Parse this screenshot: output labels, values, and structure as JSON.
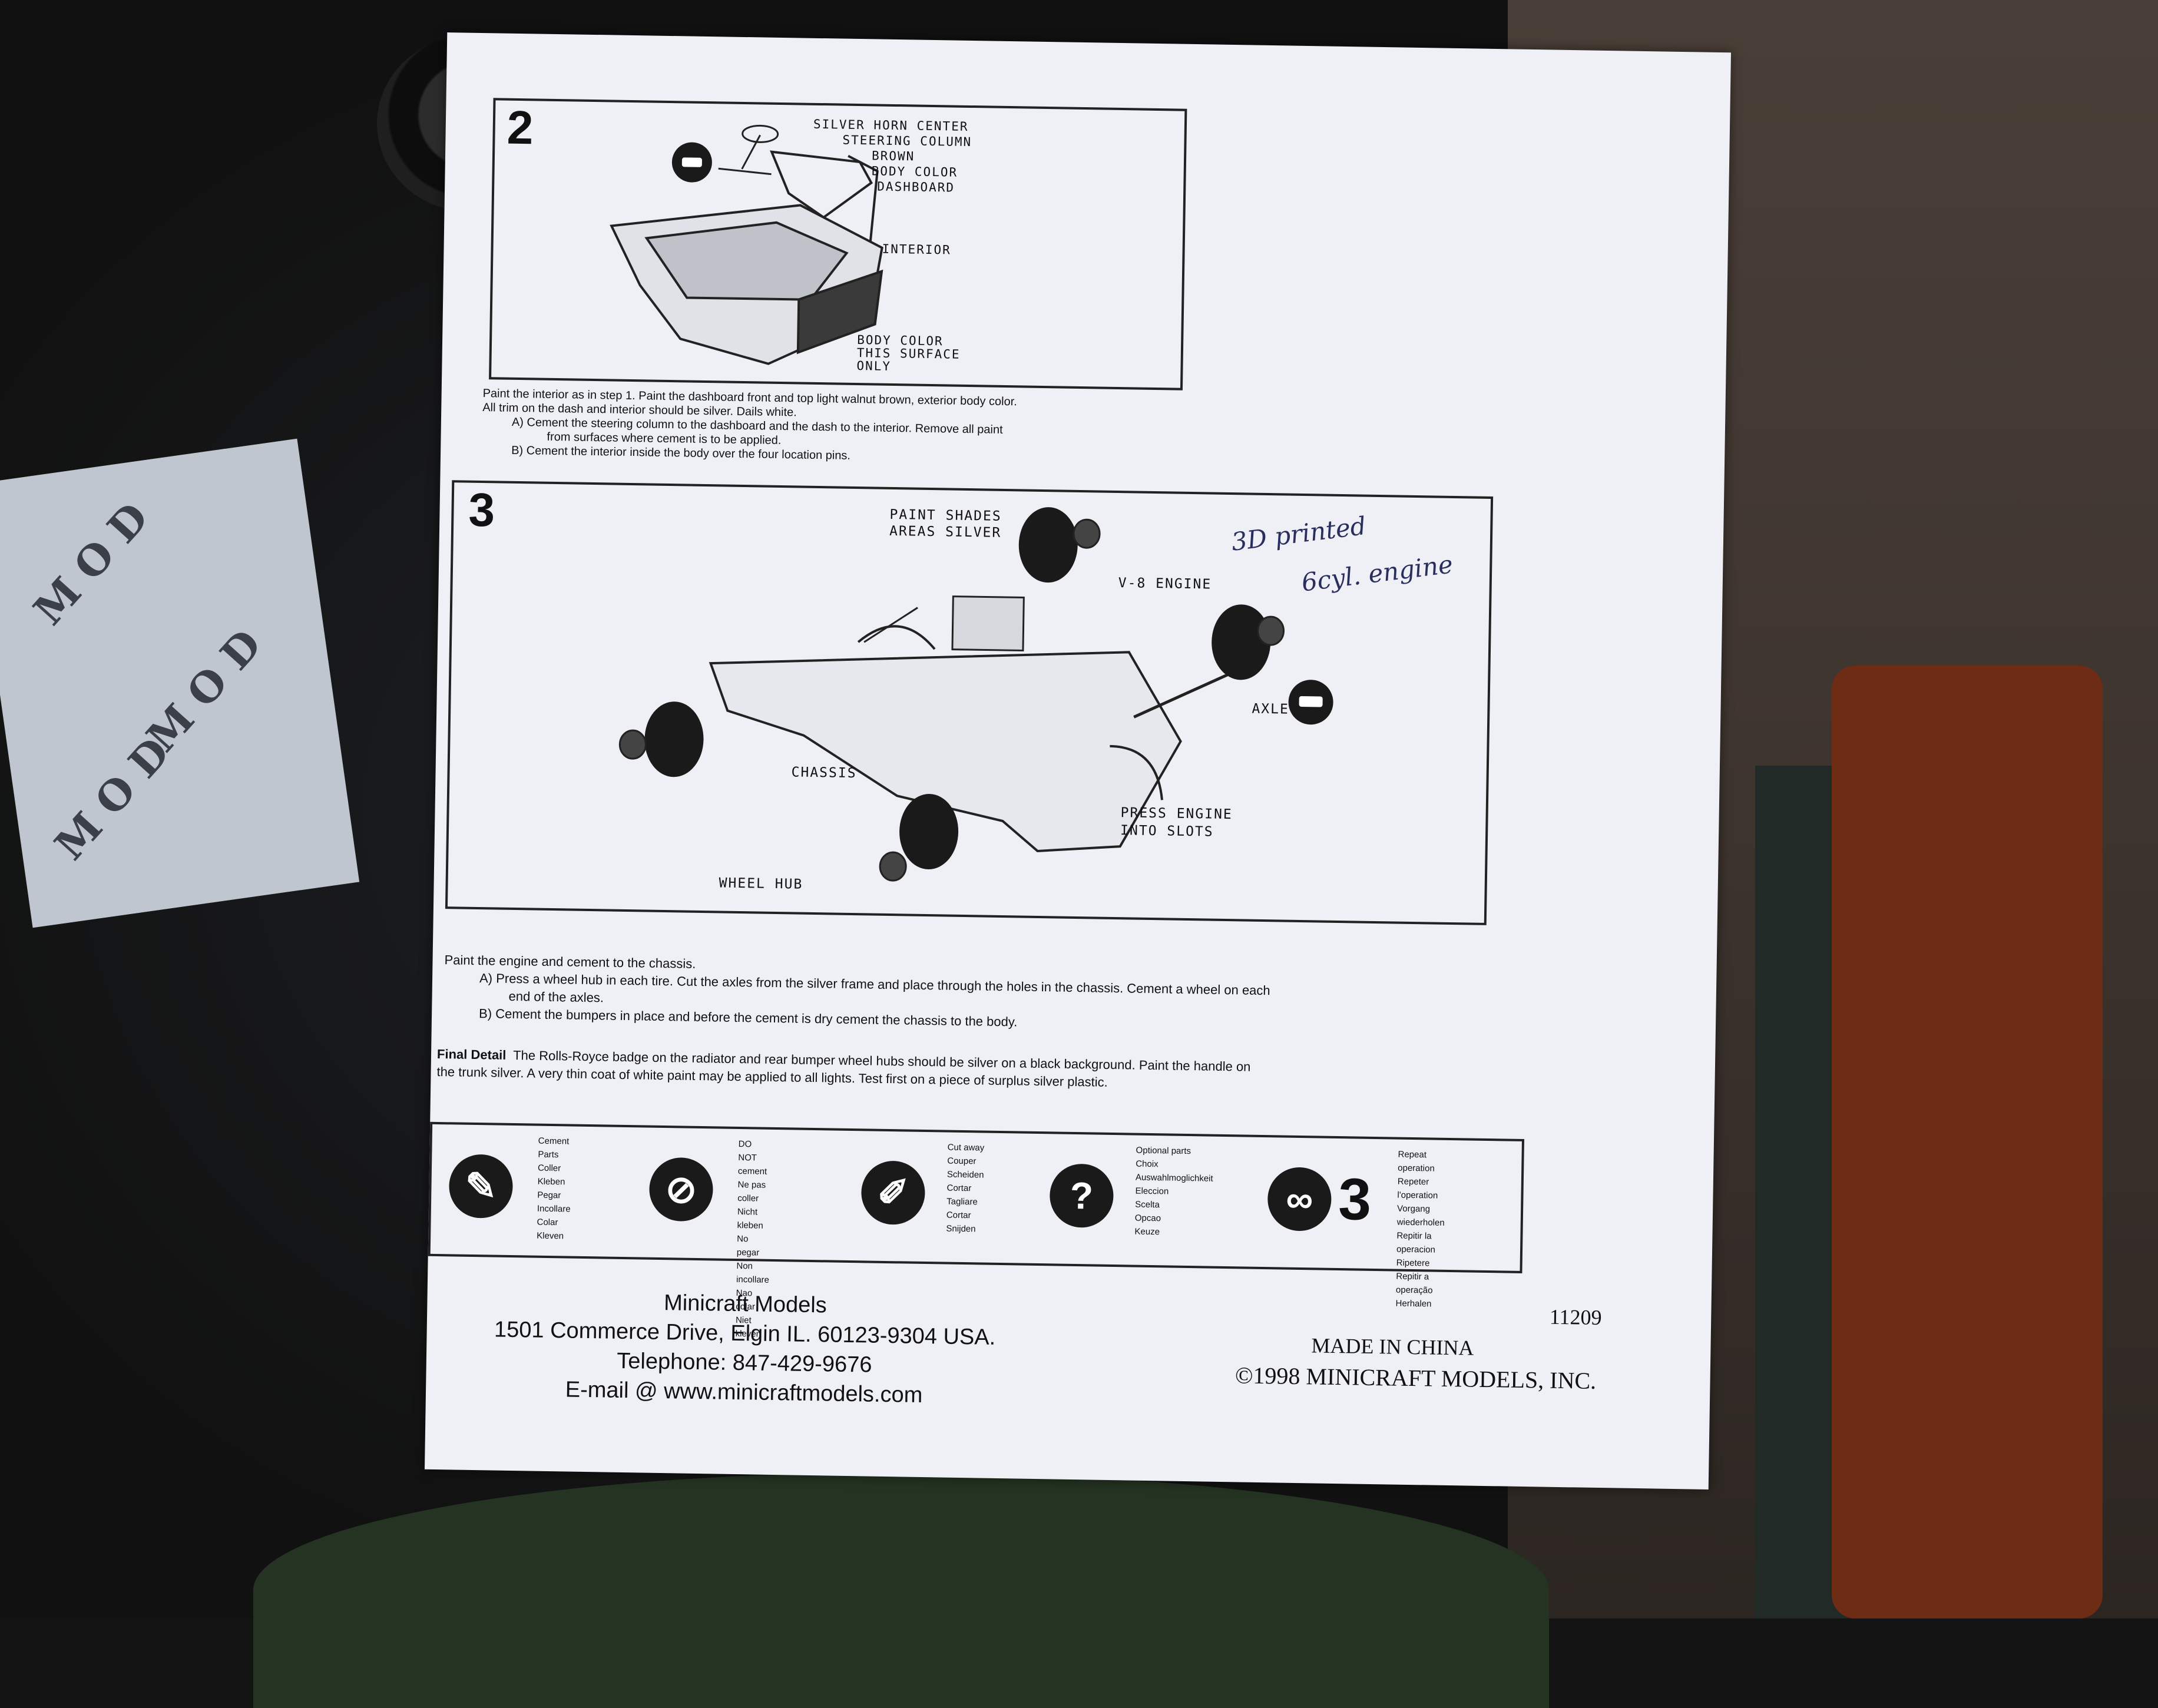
{
  "step2": {
    "number": "2",
    "callouts": [
      "SILVER HORN CENTER",
      "STEERING COLUMN",
      "BROWN",
      "BODY COLOR",
      "DASHBOARD",
      "INTERIOR",
      "BODY COLOR",
      "THIS SURFACE",
      "ONLY"
    ],
    "text": [
      "Paint the interior as in step 1. Paint the dashboard front and top light walnut brown, exterior body color.",
      "All trim on the dash and interior should be silver. Dails white.",
      "A)    Cement the steering column to the dashboard and the dash to the interior.   Remove all paint",
      "from surfaces where cement is to be applied.",
      "B)    Cement the interior inside the body over the four location pins."
    ]
  },
  "step3": {
    "number": "3",
    "callouts": [
      "PAINT SHADES",
      "AREAS SILVER",
      "V-8 ENGINE",
      "AXLE",
      "CHASSIS",
      "PRESS ENGINE",
      "INTO SLOTS",
      "WHEEL HUB"
    ],
    "handwriting": [
      "3D printed",
      "6cyl. engine"
    ],
    "text": [
      "Paint the engine and cement to the chassis.",
      "A)    Press a wheel hub in each tire. Cut the axles from the silver frame and place through the holes in the chassis. Cement a wheel on each",
      "end of the axles.",
      "B)    Cement the bumpers in place and before the cement is dry cement the chassis to the body."
    ]
  },
  "final_detail": {
    "label": "Final Detail",
    "text": "The Rolls-Royce badge on the radiator and rear bumper wheel hubs should be silver on a black background. Paint the handle on",
    "text2": "the trunk silver. A very thin coat of white paint may be applied to all lights. Test first on a piece of surplus silver plastic."
  },
  "legend": [
    {
      "icon": "cement-tube-icon",
      "words": [
        "Cement Parts",
        "Coller",
        "Kleben",
        "Pegar",
        "Incollare",
        "Colar",
        "Kleven"
      ]
    },
    {
      "icon": "no-cement-icon",
      "words": [
        "DO NOT cement",
        "Ne pas coller",
        "Nicht kleben",
        "No pegar",
        "Non incollare",
        "Nao colar",
        "Niet kleven"
      ]
    },
    {
      "icon": "knife-icon",
      "words": [
        "Cut away",
        "Couper",
        "Scheiden",
        "Cortar",
        "Tagliare",
        "Cortar",
        "Snijden"
      ]
    },
    {
      "icon": "question-icon",
      "symbol": "?",
      "words": [
        "Optional parts",
        "Choix",
        "Auswahlmoglichkeit",
        "Eleccion",
        "Scelta",
        "Opcao",
        "Keuze"
      ]
    },
    {
      "icon": "repeat-icon",
      "symbol": "3",
      "words": [
        "Repeat operation",
        "Repeter l'operation",
        "Vorgang wiederholen",
        "Repitir la operacion",
        "Ripetere",
        "Repitir a operação",
        "Herhalen"
      ]
    }
  ],
  "footer": {
    "company": "Minicraft Models",
    "address": "1501 Commerce Drive, Elgin IL. 60123-9304 USA.",
    "phone": "Telephone: 847-429-9676",
    "email": "E-mail @ www.minicraftmodels.com",
    "part_number": "11209",
    "made_in": "MADE IN CHINA",
    "copyright": "©1998 MINICRAFT MODELS, INC."
  }
}
